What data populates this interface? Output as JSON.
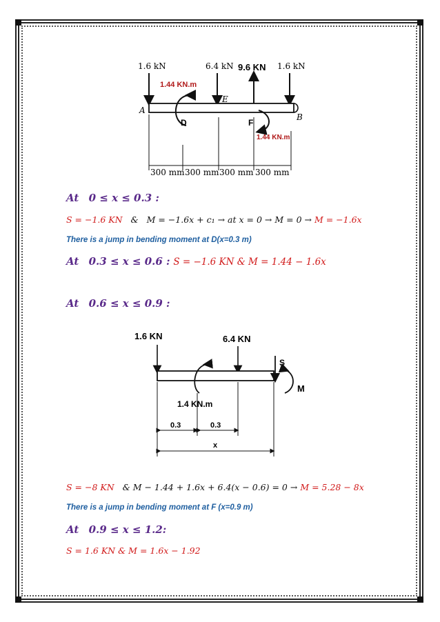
{
  "diagram1": {
    "loads": [
      "1.6 kN",
      "6.4 kN",
      "9.6 KN",
      "1.6 kN"
    ],
    "moment_d": "1.44 KN.m",
    "moment_f": "1.44 KN.m",
    "points": [
      "A",
      "D",
      "E",
      "F",
      "B"
    ],
    "dims": [
      "300 mm",
      "300 mm",
      "300 mm",
      "300 mm"
    ]
  },
  "section1": {
    "at": "At",
    "range": "0 ≤ x ≤ 0.3 :",
    "eq_s": "S = −1.6 KN",
    "eq_amp": "&",
    "eq_m": "M = −1.6x + c₁ → at x = 0 → M = 0 →",
    "eq_result": "M = −1.6x"
  },
  "note1": "There is a jump in bending moment at D(x=0.3 m)",
  "section2": {
    "at": "At",
    "range": "0.3 ≤ x ≤ 0.6 :",
    "eq": "S = −1.6 KN & M = 1.44 − 1.6x"
  },
  "section3": {
    "at": "At",
    "range": "0.6 ≤ x ≤ 0.9 :"
  },
  "diagram2": {
    "load_left": "1.6 KN",
    "load_mid": "6.4 KN",
    "shear": "S",
    "moment": "M",
    "couple": "1.4 KN.m",
    "dim1": "0.3",
    "dim2": "0.3",
    "dim_x": "x"
  },
  "section3_eq": {
    "s": "S = −8 KN",
    "rest": "& M − 1.44 + 1.6x + 6.4(x − 0.6) = 0 →",
    "result": "M = 5.28 − 8x"
  },
  "note2": "There is a jump in bending moment at F (x=0.9 m)",
  "section4": {
    "at": "At",
    "range": "0.9 ≤ x ≤ 1.2:",
    "eq": "S = 1.6 KN & M = 1.6x − 1.92"
  },
  "colors": {
    "heading": "#5a2a8a",
    "equation": "#d11a1a",
    "note": "#1f5fa0"
  }
}
